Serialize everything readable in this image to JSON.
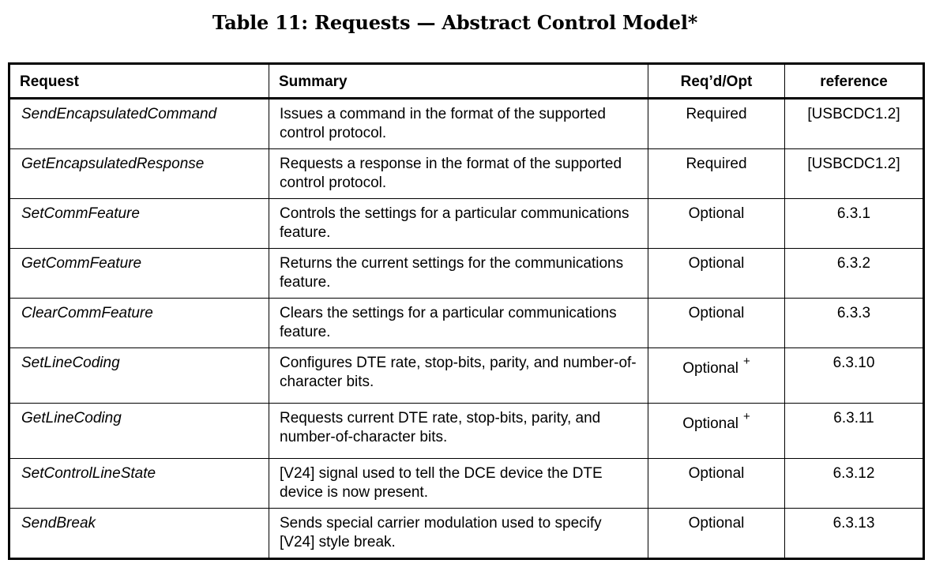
{
  "title": "Table 11: Requests — Abstract Control Model*",
  "headers": {
    "request": "Request",
    "summary": "Summary",
    "reqopt": "Req’d/Opt",
    "reference": "reference"
  },
  "rows": [
    {
      "request": "SendEncapsulatedCommand",
      "summary": "Issues a command in the format of the supported control protocol.",
      "reqopt": "Required",
      "plus": "",
      "reference": "[USBCDC1.2]"
    },
    {
      "request": "GetEncapsulatedResponse",
      "summary": "Requests a response in the format of the supported control protocol.",
      "reqopt": "Required",
      "plus": "",
      "reference": "[USBCDC1.2]"
    },
    {
      "request": "SetCommFeature",
      "summary": "Controls the settings for a particular communications feature.",
      "reqopt": "Optional",
      "plus": "",
      "reference": "6.3.1"
    },
    {
      "request": "GetCommFeature",
      "summary": "Returns the current settings for the communications feature.",
      "reqopt": "Optional",
      "plus": "",
      "reference": "6.3.2"
    },
    {
      "request": "ClearCommFeature",
      "summary": "Clears the settings for a particular communications feature.",
      "reqopt": "Optional",
      "plus": "",
      "reference": "6.3.3"
    },
    {
      "request": "SetLineCoding",
      "summary": "Configures DTE rate, stop-bits, parity, and number-of-character bits.",
      "reqopt": "Optional",
      "plus": "+",
      "reference": "6.3.10"
    },
    {
      "request": "GetLineCoding",
      "summary": "Requests current DTE rate, stop-bits, parity, and number-of-character bits.",
      "reqopt": "Optional",
      "plus": "+",
      "reference": "6.3.11"
    },
    {
      "request": "SetControlLineState",
      "summary": "[V24] signal used to tell the DCE device the DTE device is now present.",
      "reqopt": "Optional",
      "plus": "",
      "reference": "6.3.12"
    },
    {
      "request": "SendBreak",
      "summary": "Sends special carrier modulation used to specify [V24] style break.",
      "reqopt": "Optional",
      "plus": "",
      "reference": "6.3.13"
    }
  ]
}
